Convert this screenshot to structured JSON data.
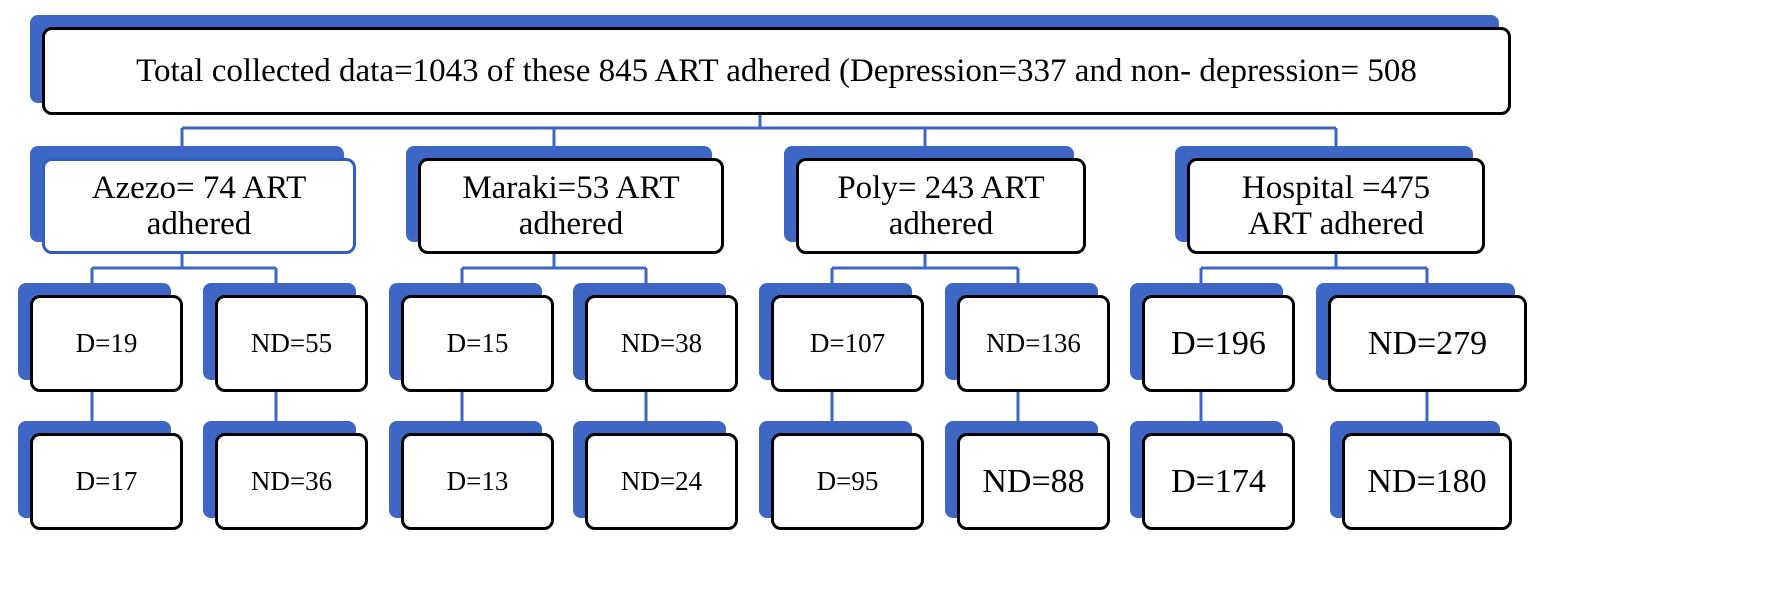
{
  "colors": {
    "shadow": "#3e66c4",
    "connector": "#3e66c4",
    "border": "#000000",
    "azezo_border": "#2f5fc0"
  },
  "root": {
    "label": "Total collected data=1043 of these 845 ART adhered (Depression=337 and non- depression= 508"
  },
  "sites": [
    {
      "label": "Azezo= 74 ART\nadhered",
      "level1": {
        "d": "D=19",
        "nd": "ND=55"
      },
      "level2": {
        "d": "D=17",
        "nd": "ND=36"
      }
    },
    {
      "label": "Maraki=53  ART\nadhered",
      "level1": {
        "d": "D=15",
        "nd": "ND=38"
      },
      "level2": {
        "d": "D=13",
        "nd": "ND=24"
      }
    },
    {
      "label": "Poly= 243 ART\nadhered",
      "level1": {
        "d": "D=107",
        "nd": "ND=136"
      },
      "level2": {
        "d": "D=95",
        "nd": "ND=88"
      }
    },
    {
      "label": "Hospital =475\nART adhered",
      "level1": {
        "d": "D=196",
        "nd": "ND=279"
      },
      "level2": {
        "d": "D=174",
        "nd": "ND=180"
      }
    }
  ]
}
